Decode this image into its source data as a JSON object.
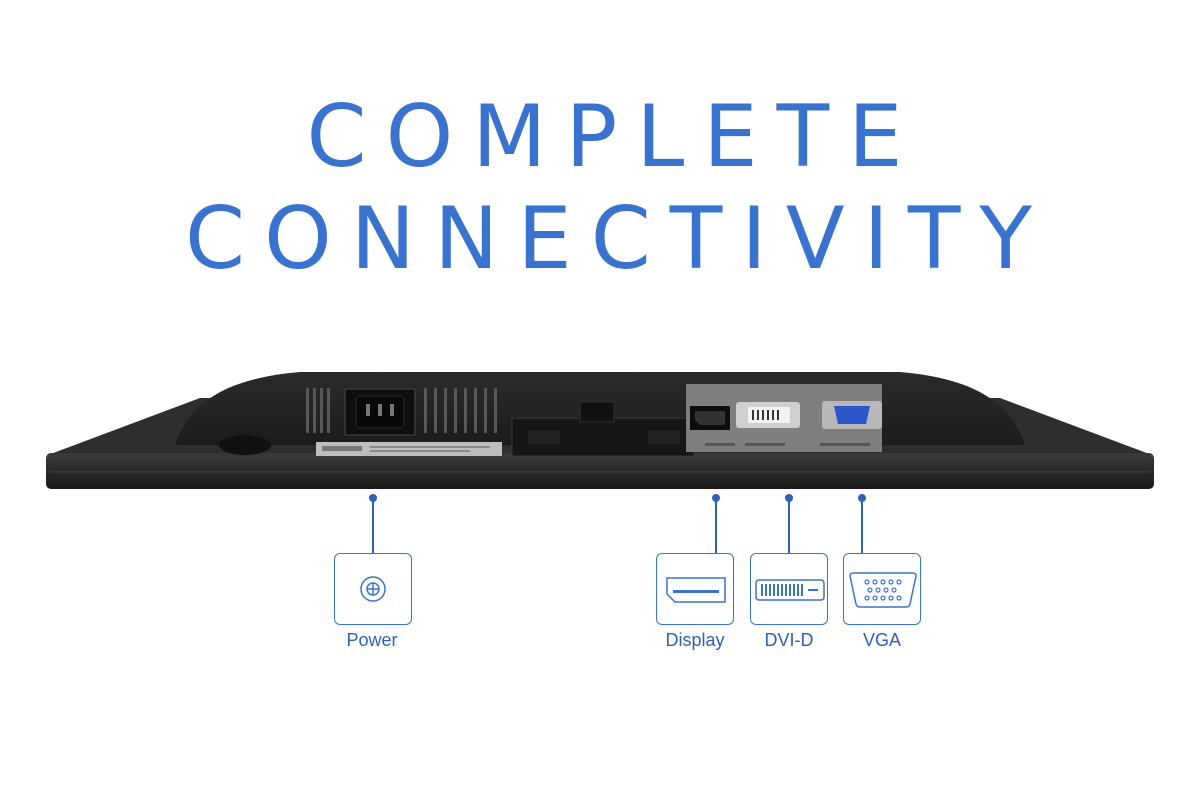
{
  "headline": {
    "line1": "COMPLETE",
    "line2": "CONNECTIVITY"
  },
  "ports": [
    {
      "label": "Power",
      "icon": "power-socket-icon"
    },
    {
      "label": "Display",
      "icon": "displayport-icon"
    },
    {
      "label": "DVI-D",
      "icon": "dvi-d-icon"
    },
    {
      "label": "VGA",
      "icon": "vga-icon"
    }
  ],
  "colors": {
    "accent": "#3a72cf",
    "monitor_body": "#232323",
    "text_blue": "#2f5fb8"
  }
}
